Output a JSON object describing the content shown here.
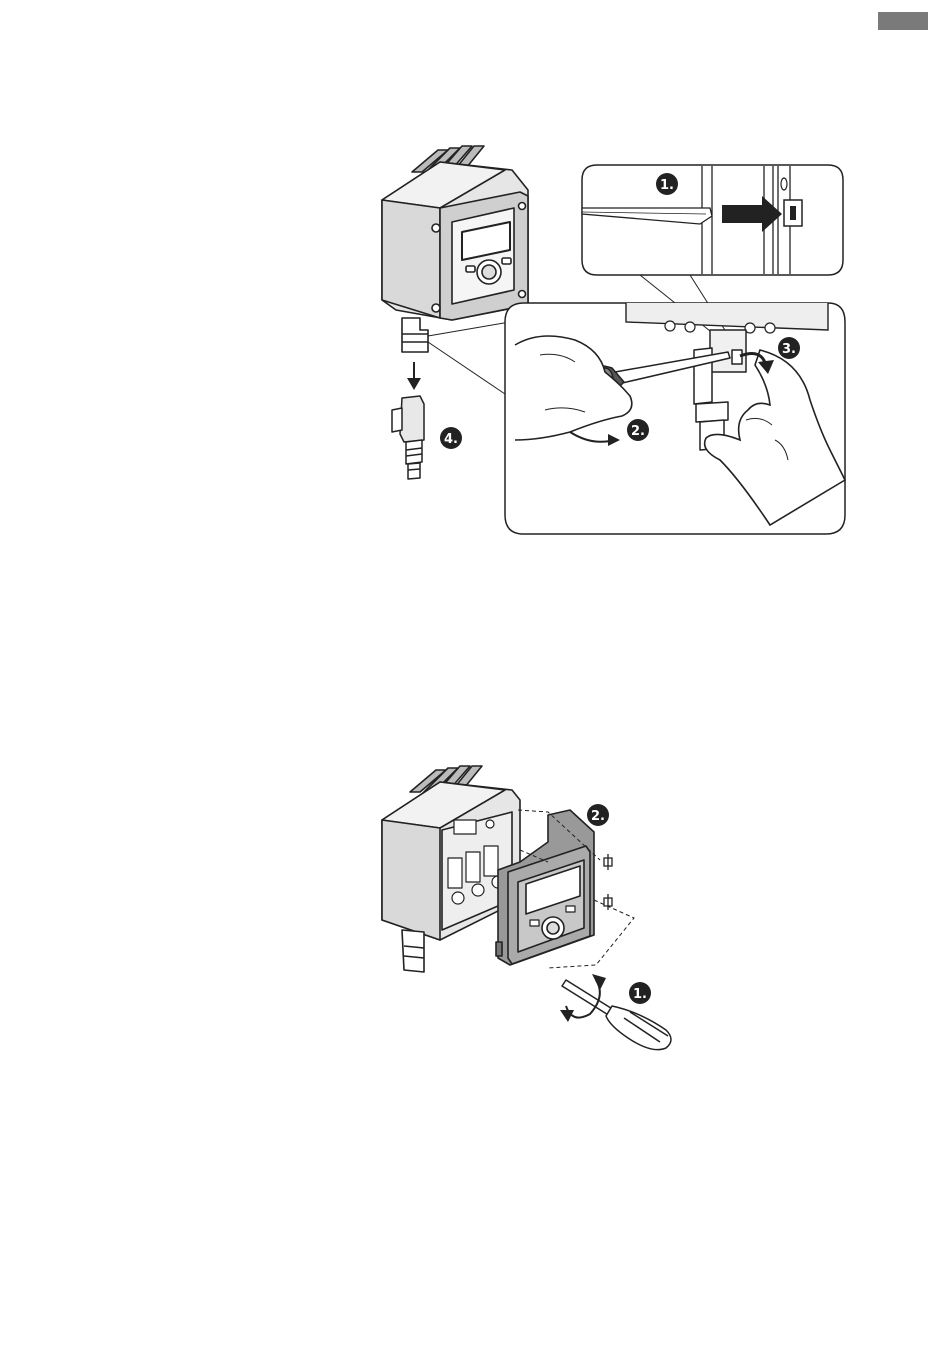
{
  "figure_top": {
    "callouts": [
      "1.",
      "2.",
      "3.",
      "4."
    ]
  },
  "figure_bottom": {
    "callouts": [
      "1.",
      "2."
    ]
  }
}
